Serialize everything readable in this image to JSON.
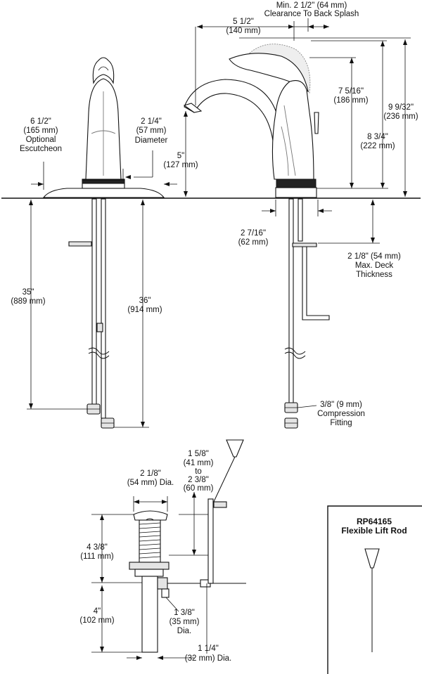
{
  "dims": {
    "clearance": [
      "Min. 2 1/2\" (64 mm)",
      "Clearance To Back Splash"
    ],
    "reach": [
      "5 1/2\"",
      "(140 mm)"
    ],
    "escutcheon": [
      "6 1/2\"",
      "(165 mm)",
      "Optional",
      "Escutcheon"
    ],
    "base_diameter": [
      "2 1/4\"",
      "(57 mm)",
      "Diameter"
    ],
    "spout_height": [
      "5\"",
      "(127 mm)"
    ],
    "h_7_5_16": [
      "7 5/16\"",
      "(186 mm)"
    ],
    "h_8_3_4": [
      "8 3/4\"",
      "(222 mm)"
    ],
    "h_9_9_32": [
      "9 9/32\"",
      "(236 mm)"
    ],
    "base_depth": [
      "2 7/16\"",
      "(62 mm)"
    ],
    "deck": [
      "2 1/8\" (54 mm)",
      "Max. Deck",
      "Thickness"
    ],
    "supply_35": [
      "35\"",
      "(889 mm)"
    ],
    "supply_36": [
      "36\"",
      "(914 mm)"
    ],
    "compression": [
      "3/8\" (9 mm)",
      "Compression",
      "Fitting"
    ],
    "lift_range": [
      "1 5/8\"",
      "(41 mm)",
      "to",
      "2 3/8\"",
      "(60 mm)"
    ],
    "drain_dia": [
      "2 1/8\"",
      "(54 mm) Dia."
    ],
    "drain_h": [
      "4 3/8\"",
      "(111 mm)"
    ],
    "tailpiece_h": [
      "4\"",
      "(102 mm)"
    ],
    "pivot_dia": [
      "1 3/8\"",
      "(35 mm)",
      "Dia."
    ],
    "tailpiece_dia": [
      "1 1/4\"",
      "(32 mm) Dia."
    ]
  },
  "lift_rod_box": {
    "part_number": "RP64165",
    "title": "Flexible Lift Rod"
  }
}
